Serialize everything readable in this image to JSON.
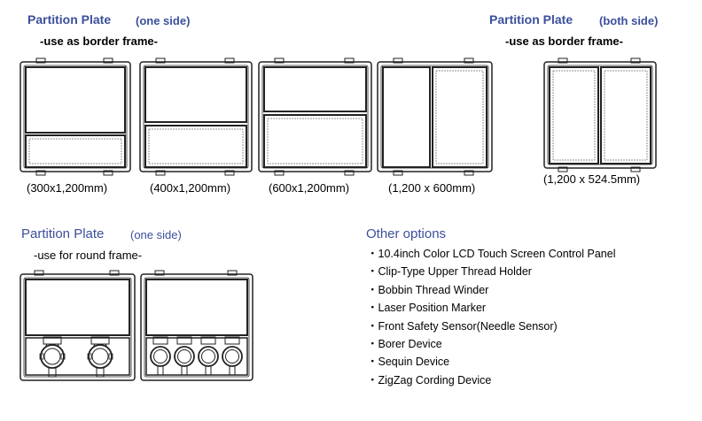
{
  "one_side_border": {
    "title": "Partition Plate",
    "subtitle": "(one side)",
    "usage": "-use as border frame-",
    "captions": [
      "(300x1,200mm)",
      "(400x1,200mm)",
      "(600x1,200mm)",
      "(1,200 x 600mm)"
    ]
  },
  "both_side_border": {
    "title": "Partition Plate",
    "subtitle": "(both side)",
    "usage": "-use as border frame-",
    "caption": "(1,200 x 524.5mm)"
  },
  "one_side_round": {
    "title": "Partition Plate",
    "subtitle": "(one side)",
    "usage": "-use for round frame-"
  },
  "other_options": {
    "title": "Other options",
    "items": [
      "・10.4inch Color LCD Touch Screen Control Panel",
      "・Clip-Type Upper Thread Holder",
      "・Bobbin Thread Winder",
      "・Laser Position Marker",
      "・Front Safety Sensor(Needle Sensor)",
      "・Borer Device",
      "・Sequin Device",
      "・ZigZag Cording Device"
    ]
  },
  "colors": {
    "heading": "#3b4f9c",
    "line": "#222222"
  }
}
